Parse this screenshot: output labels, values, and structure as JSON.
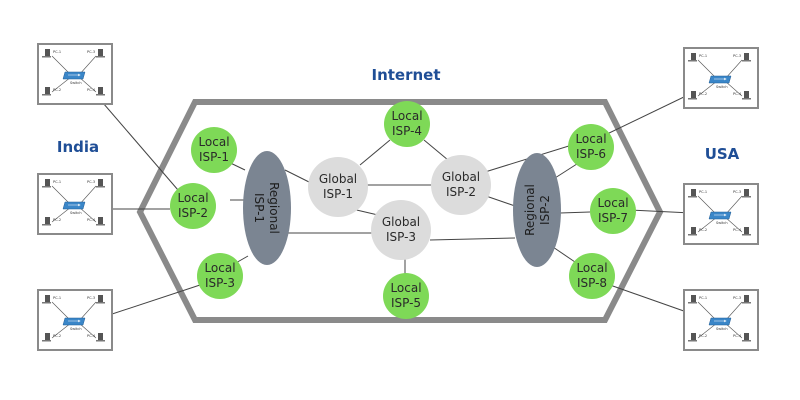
{
  "title": "Internet",
  "regions": {
    "left": "India",
    "right": "USA"
  },
  "local_isps": [
    {
      "line1": "Local",
      "line2": "ISP-1"
    },
    {
      "line1": "Local",
      "line2": "ISP-2"
    },
    {
      "line1": "Local",
      "line2": "ISP-3"
    },
    {
      "line1": "Local",
      "line2": "ISP-4"
    },
    {
      "line1": "Local",
      "line2": "ISP-5"
    },
    {
      "line1": "Local",
      "line2": "ISP-6"
    },
    {
      "line1": "Local",
      "line2": "ISP-7"
    },
    {
      "line1": "Local",
      "line2": "ISP-8"
    }
  ],
  "global_isps": [
    {
      "line1": "Global",
      "line2": "ISP-1"
    },
    {
      "line1": "Global",
      "line2": "ISP-2"
    },
    {
      "line1": "Global",
      "line2": "ISP-3"
    }
  ],
  "regional_isps": [
    {
      "line1": "Regional",
      "line2": "ISP-1"
    },
    {
      "line1": "Regional",
      "line2": "ISP-2"
    }
  ],
  "lan_labels": {
    "switch": "Switch",
    "pcs": [
      "PC-1",
      "PC-2",
      "PC-3",
      "PC-4"
    ]
  },
  "colors": {
    "local": "#7ed957",
    "global": "#dcdcdc",
    "regional": "#7b8592",
    "hexagon": "#8a8a8a",
    "title": "#1f4e96",
    "switch": "#3a86c8"
  }
}
